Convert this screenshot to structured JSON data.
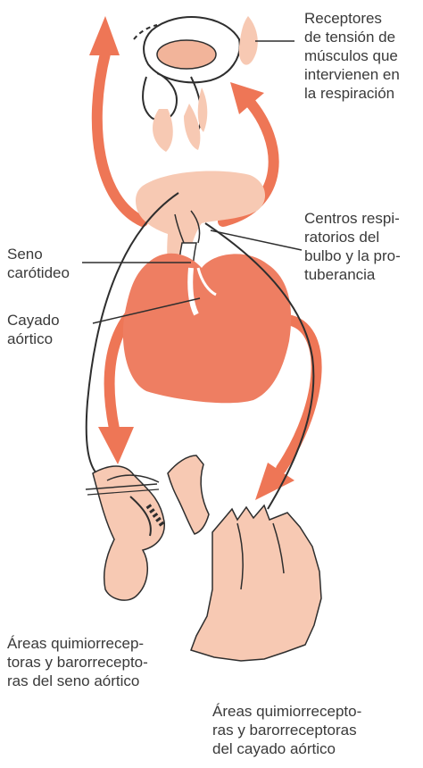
{
  "labels": {
    "receptores": "Receptores\nde tensión de\nmúsculos que\nintervienen en\nla respiración",
    "centros": "Centros respi-\nratorios del\nbulbo y la pro-\ntuberancia",
    "seno": "Seno\ncarótideo",
    "cayado": "Cayado\naórtico",
    "areas_seno": "Áreas quimiorrecep-\ntoras y barorrecepto-\nras del seno aórtico",
    "areas_cayado": "Áreas quimiorrecepto-\nras y barorreceptoras\ndel cayado aórtico"
  },
  "colors": {
    "arrow": "#ee7656",
    "heart": "#ee7e62",
    "tissue": "#f7c9b3",
    "outline": "#2e2e2e",
    "text": "#3a3a3a"
  }
}
